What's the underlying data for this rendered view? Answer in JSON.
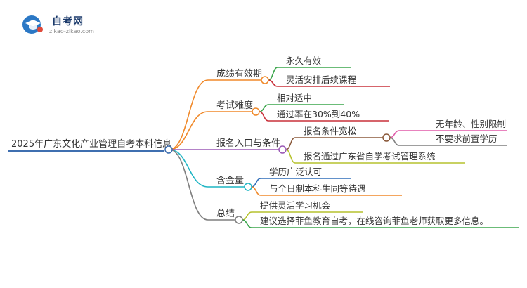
{
  "logo": {
    "name": "自考网",
    "url": "zikao-zikao.com"
  },
  "mindmap": {
    "root": "2025年广东文化产业管理自考本科信息",
    "branches": [
      {
        "label": "成绩有效期",
        "color": "#f0892a",
        "children": [
          {
            "label": "永久有效",
            "color": "#3aa54b"
          },
          {
            "label": "灵活安排后续课程",
            "color": "#c9303a"
          }
        ]
      },
      {
        "label": "考试难度",
        "color": "#f0892a",
        "children": [
          {
            "label": "相对适中",
            "color": "#3aa54b"
          },
          {
            "label": "通过率在30%到40%",
            "color": "#c9303a"
          }
        ]
      },
      {
        "label": "报名入口与条件",
        "color": "#9b59b6",
        "children": [
          {
            "label": "报名条件宽松",
            "color": "#8b5a3c",
            "children": [
              {
                "label": "无年龄、性别限制",
                "color": "#e05aa8"
              },
              {
                "label": "不要求前置学历",
                "color": "#7f7f7f"
              }
            ]
          },
          {
            "label": "报名通过广东省自学考试管理系统",
            "color": "#b6c22e"
          }
        ]
      },
      {
        "label": "含金量",
        "color": "#1fb5c4",
        "children": [
          {
            "label": "学历广泛认可",
            "color": "#2f6db8"
          },
          {
            "label": "与全日制本科生同等待遇",
            "color": "#f0892a"
          }
        ]
      },
      {
        "label": "总结",
        "color": "#7f7f7f",
        "children": [
          {
            "label": "提供灵活学习机会",
            "color": "#b6c22e"
          },
          {
            "label": "建议选择菲鱼教育自考，在线咨询菲鱼老师获取更多信息。",
            "color": "#3aa54b"
          }
        ]
      }
    ]
  }
}
